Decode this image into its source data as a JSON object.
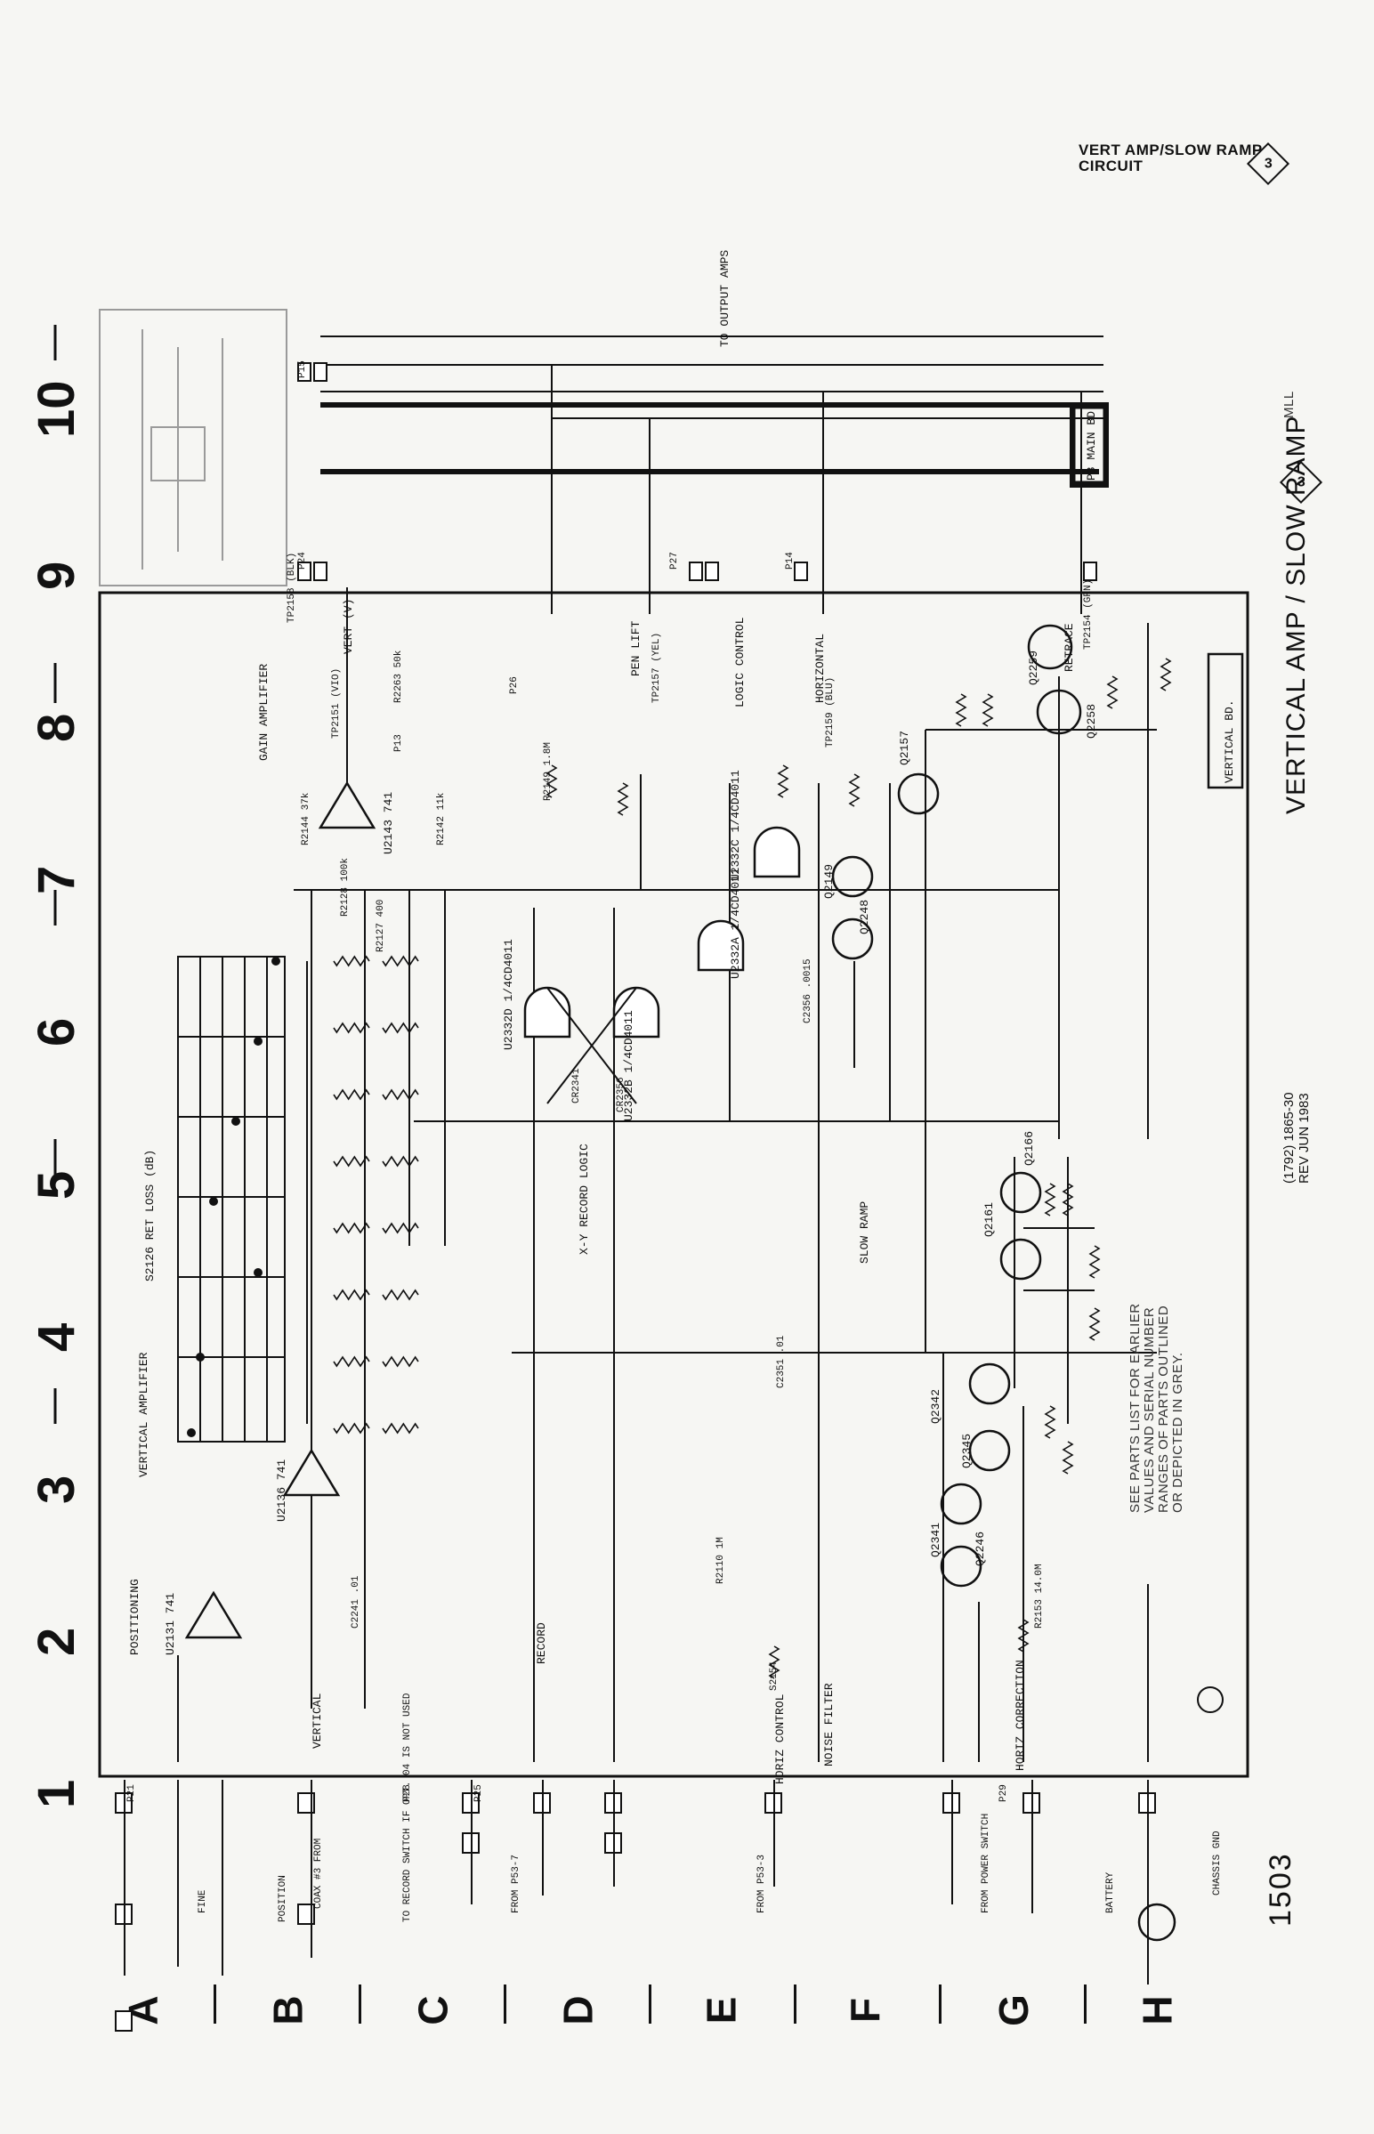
{
  "header": {
    "line1": "VERT AMP/SLOW RAMP",
    "line2": "CIRCUIT",
    "symbol": "3"
  },
  "grid": {
    "columns": [
      "1",
      "2",
      "3",
      "4",
      "5",
      "6",
      "7",
      "8",
      "9",
      "10"
    ],
    "rows": [
      "A",
      "B",
      "C",
      "D",
      "E",
      "F",
      "G",
      "H"
    ]
  },
  "title": "VERTICAL AMP / SLOW RAMP",
  "title_symbol": "3",
  "revision": {
    "line1": "(1792) 1865-30",
    "line2": "REV JUN 1983"
  },
  "page_number": "1503",
  "initials": "MLL",
  "note": [
    "SEE PARTS LIST FOR EARLIER",
    "VALUES AND SERIAL NUMBER",
    "RANGES OF PARTS OUTLINED",
    "OR DEPICTED IN GREY."
  ],
  "blocks": {
    "gain_amplifier": "GAIN AMPLIFIER",
    "vertical_amplifier": "VERTICAL AMPLIFIER",
    "positioning": "POSITIONING",
    "xy_record_logic": "X-Y RECORD LOGIC",
    "slow_ramp": "SLOW RAMP",
    "noise_filter": "NOISE FILTER",
    "vertical_bd": "VERTICAL BD.",
    "main_bd": "P3 MAIN BD.",
    "switch": "S2126 RET LOSS (dB)"
  },
  "signals": {
    "pen_lift": "PEN LIFT",
    "logic_control": "LOGIC CONTROL",
    "horizontal": "HORIZONTAL",
    "vert": "VERT (V)",
    "retrace": "RETRACE",
    "record": "RECORD",
    "horiz_control": "HORIZ CONTROL",
    "horiz_correction": "HORIZ CORRECTION",
    "vertical": "VERTICAL",
    "to_output_amps": "TO OUTPUT AMPS"
  },
  "components": {
    "u2143": "U2143 741",
    "u2136": "U2136 741",
    "u2131": "U2131 741",
    "u2332d": "U2332D 1/4CD4011",
    "u2332b": "U2332B 1/4CD4011",
    "u2332a": "U2332A 1/4CD4011",
    "u2332c": "U2332C 1/4CD4011",
    "q2259": "Q2259",
    "q2258": "Q2258",
    "q2157": "Q2157",
    "q2149": "Q2149",
    "q2248": "Q2248",
    "q2161": "Q2161",
    "q2166": "Q2166",
    "q2342": "Q2342",
    "q2345": "Q2345",
    "q2341": "Q2341",
    "q2246": "Q2246",
    "r2144": "R2144 37k",
    "r2142": "R2142 11k",
    "r2149": "R2149 1.8M",
    "r2263": "R2263 50k",
    "r2110": "R2110 1M",
    "r2153": "R2153 14.0M",
    "r2127": "R2127 400",
    "r2128": "R2128 100k",
    "c2356": "C2356 .0015",
    "c2351": "C2351 .01",
    "c2241": "C2241 .01",
    "cr2341": "CR2341",
    "cr2356": "CR2356",
    "s2154": "S2154",
    "tp2158": "TP2158 (BLK)",
    "tp2151": "TP2151 (VIO)",
    "tp2157": "TP2157 (YEL)",
    "tp2159": "TP2159 (BLU)",
    "tp2154": "TP2154 (GRN)"
  },
  "connectors": {
    "p24": "P24",
    "p27": "P27",
    "p14": "P14",
    "p15": "P15",
    "p13": "P13",
    "p21": "P21",
    "p26": "P26",
    "p25": "P25",
    "p28": "P28",
    "p29": "P29"
  },
  "left_notes": {
    "from_p53_7": "FROM P53-7",
    "to_record_switch": "TO RECORD SWITCH IF OPT. 04 IS NOT USED",
    "from_p53_3": "FROM P53-3",
    "from_power_switch": "FROM POWER SWITCH",
    "battery": "BATTERY",
    "chassis_gnd": "CHASSIS GND",
    "fine": "FINE",
    "position": "POSITION",
    "coax_from": "COAX #3 FROM"
  },
  "colors": {
    "ink": "#111111",
    "paper": "#f6f6f3",
    "grey_part": "#9a9a9a"
  }
}
